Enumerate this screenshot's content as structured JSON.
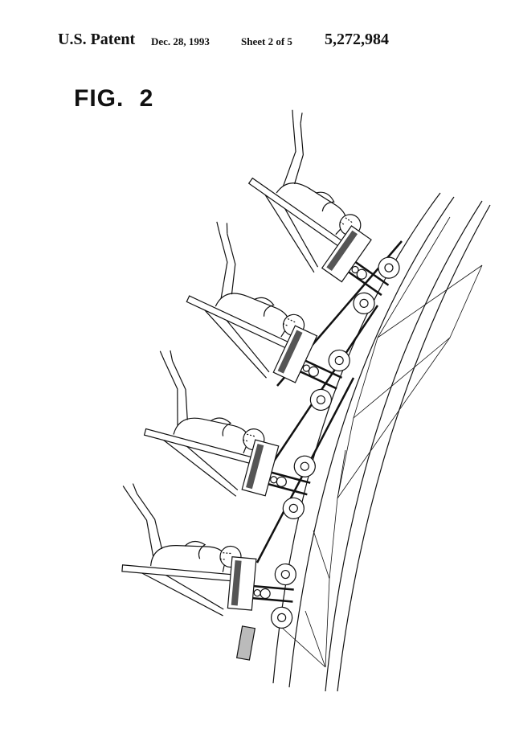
{
  "header": {
    "title": "U.S. Patent",
    "date": "Dec. 28, 1993",
    "sheet": "Sheet 2 of 5",
    "patent_number": "5,272,984"
  },
  "figure": {
    "label": "FIG. 2"
  }
}
